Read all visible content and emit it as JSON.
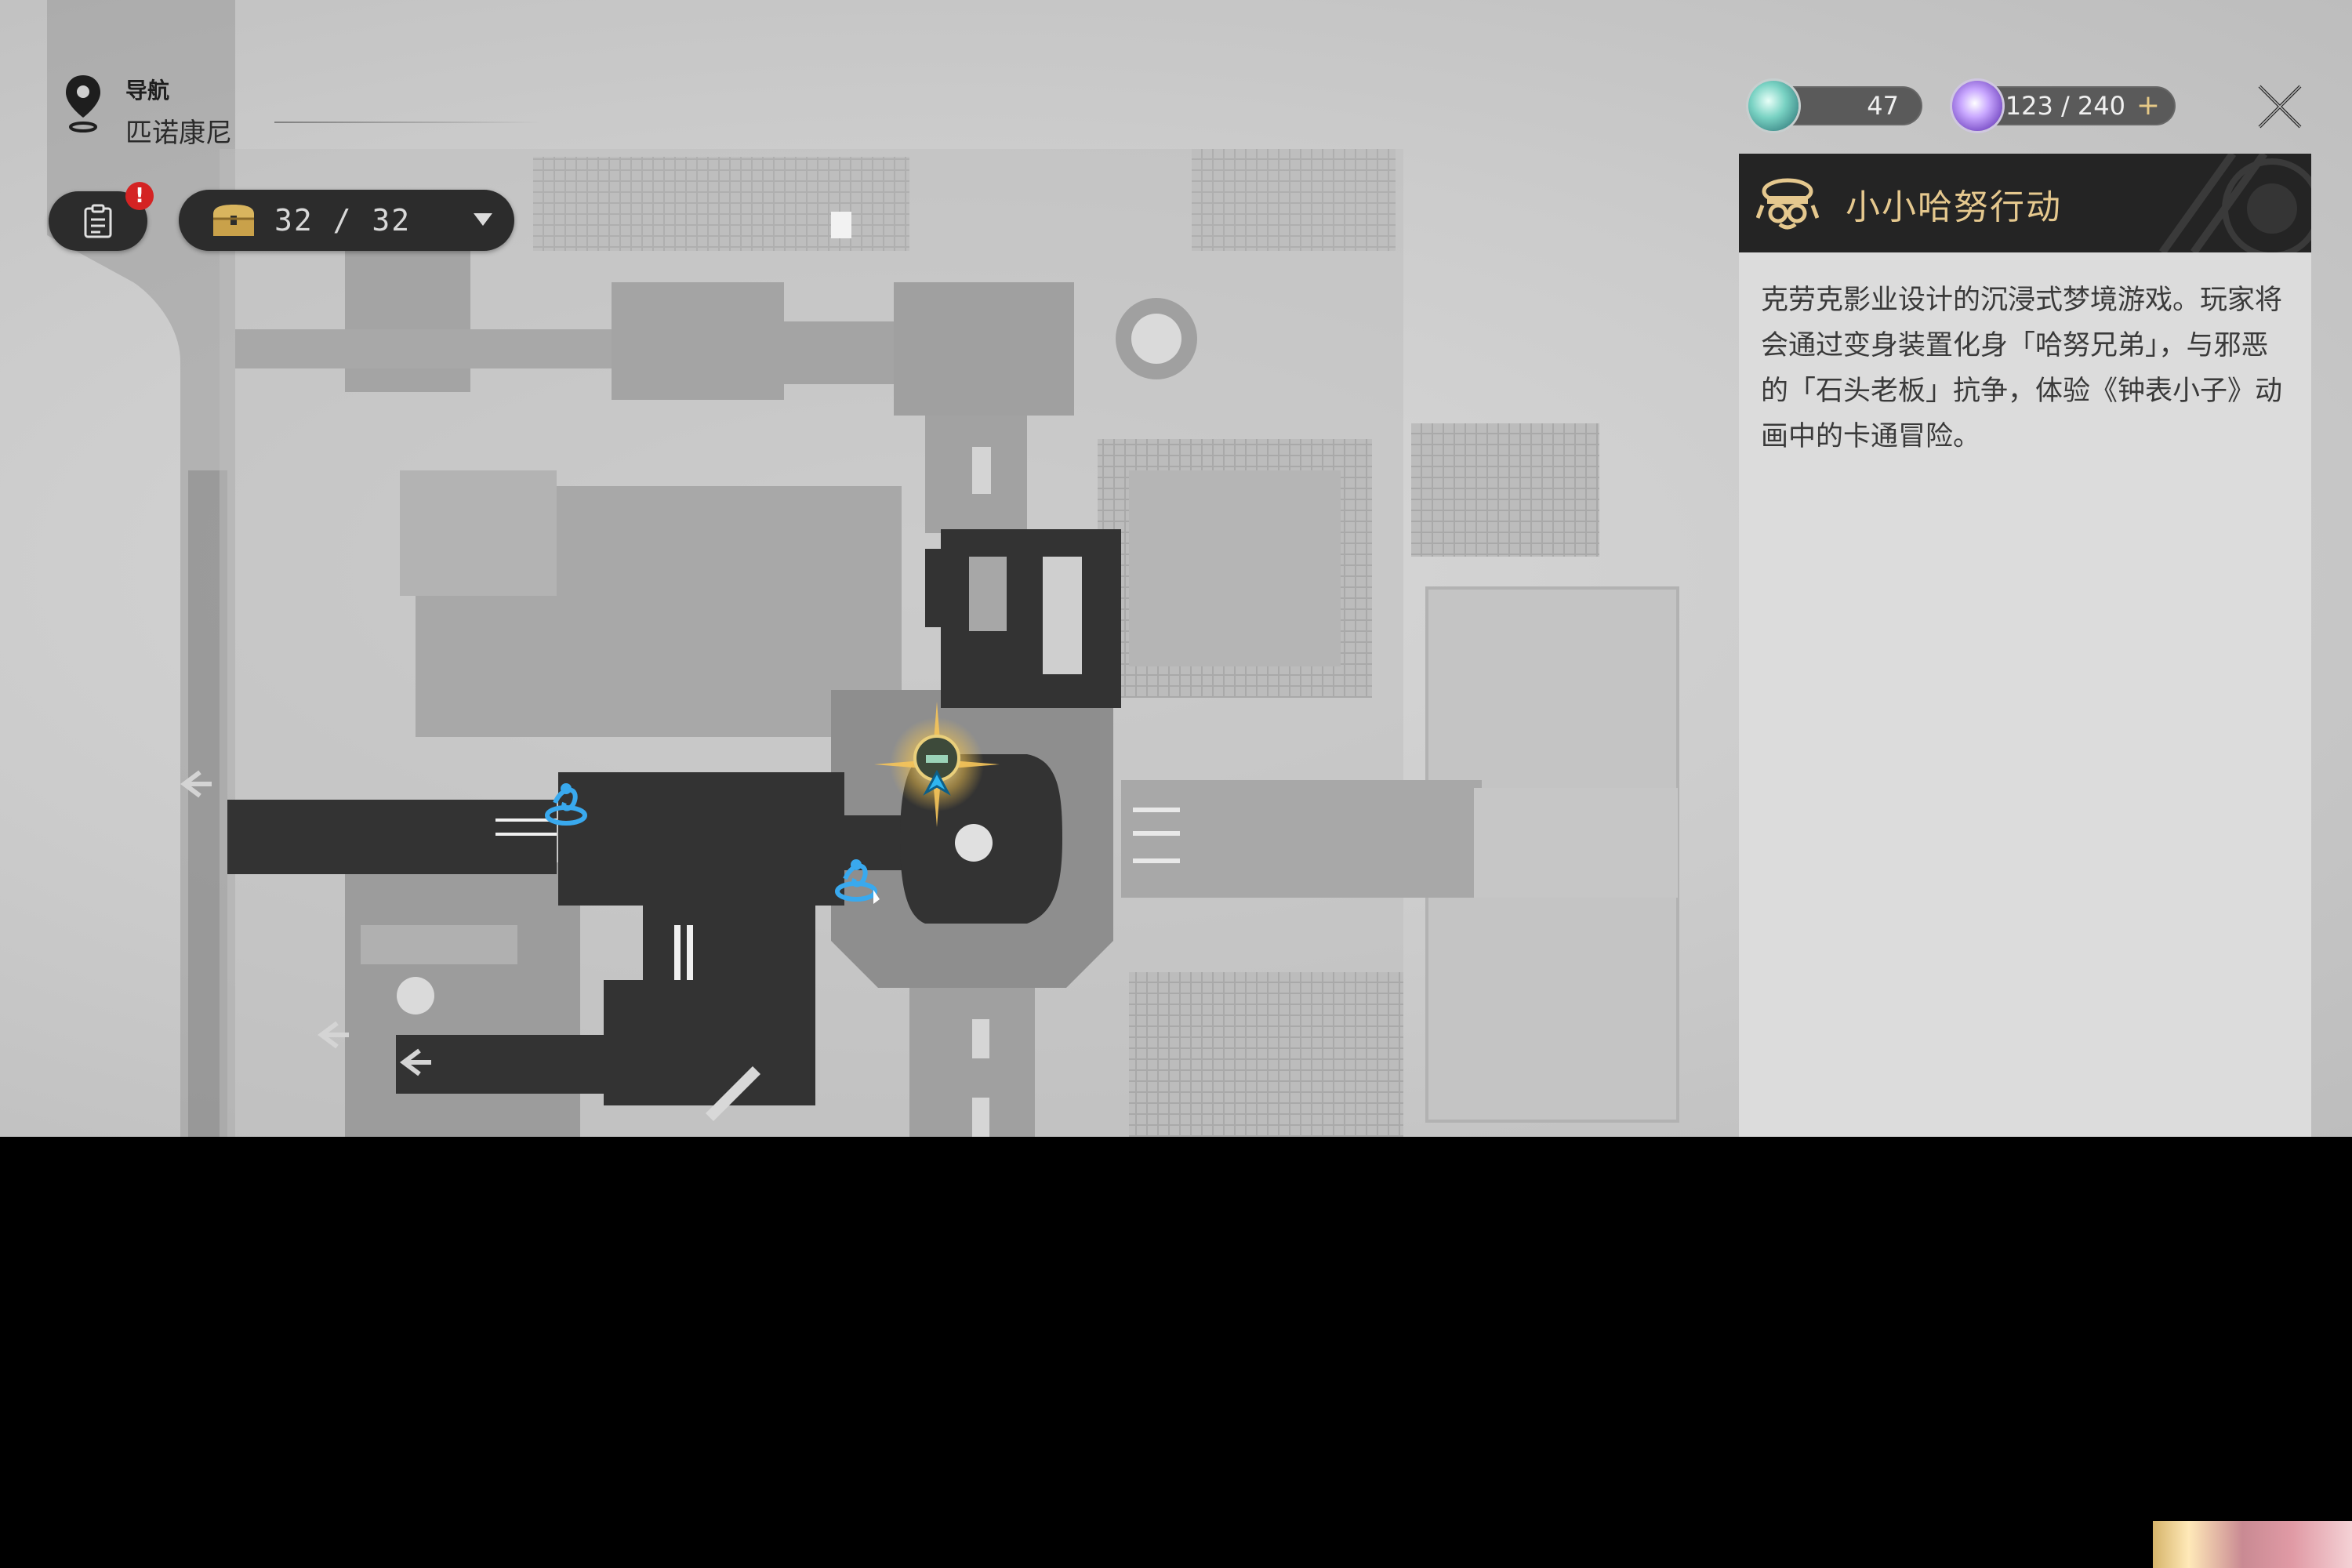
{
  "nav": {
    "label": "导航",
    "location": "匹诺康尼"
  },
  "quest_log": {
    "badge": "!"
  },
  "chest_counter": {
    "value": "32 / 32"
  },
  "currency": [
    {
      "icon": "trailblaze-fuel-icon",
      "value": "47"
    },
    {
      "icon": "trailblaze-power-icon",
      "value": "123 / 240",
      "add": "+"
    }
  ],
  "panel": {
    "title": "小小哈努行动",
    "description": "克劳克影业设计的沉浸式梦境游戏。玩家将会通过变身装置化身「哈努兄弟」，与邪恶的「石头老板」抗争，体验《钟表小子》动画中的卡通冒险。"
  },
  "colors": {
    "accent_gold": "#e5c88e",
    "panel_header": "#242424",
    "map_dark": "#333333",
    "map_light": "#cfcfcf"
  }
}
